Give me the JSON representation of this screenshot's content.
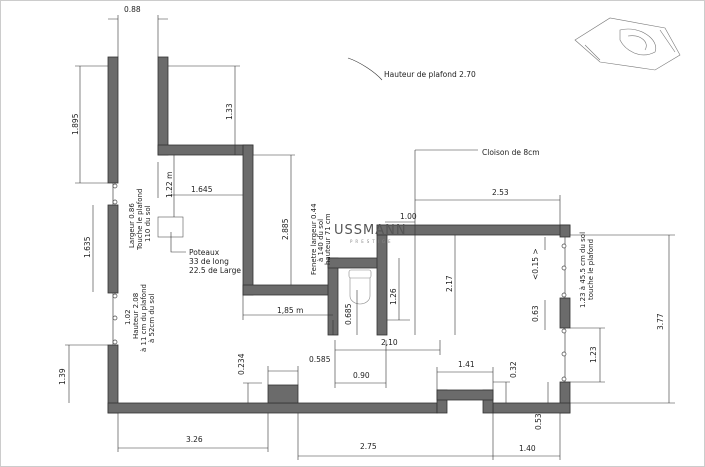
{
  "plan": {
    "ceiling_height": "Hauteur de plafond 2.70",
    "partition_note": "Cloison de 8cm",
    "watermark": "USSMANN",
    "watermark_sub": "PRESTIGE",
    "post_note": [
      "Poteaux",
      "33 de long",
      "22.5 de Large"
    ],
    "window_left_top": [
      "Largeur 0.86",
      "Touche le plafond",
      "110 du sol"
    ],
    "window_left_bottom": [
      "1.02",
      "Hauteur 2.08",
      "à 11 cm du plafond",
      "à 52cm du sol"
    ],
    "window_wc": [
      "Fenetre largeur 0.44",
      "à 140 du sol",
      "hauteur 71 cm"
    ],
    "window_right": [
      "1.23 à 45.5 cm du sol",
      "touche le plafond"
    ],
    "dims": {
      "d088": "0.88",
      "d1895": "1.895",
      "d133": "1.33",
      "d122": "1.22 m",
      "d1645": "1.645",
      "d2885": "2.885",
      "d1635": "1.635",
      "d139": "1.39",
      "d0234": "0.234",
      "d0585": "0.585",
      "d185": "1,85 m",
      "d0685": "0.685",
      "d126": "1.26",
      "d210": "2,10",
      "d090": "0.90",
      "d217": "2.17",
      "d100": "1.00",
      "d253": "2.53",
      "d015": "<0.15 >",
      "d063": "0.63",
      "d377": "3.77",
      "d123": "1.23",
      "d141": "1.41",
      "d032": "0.32",
      "d053": "0.53",
      "d326": "3.26",
      "d275": "2.75",
      "d140": "1.40"
    }
  }
}
